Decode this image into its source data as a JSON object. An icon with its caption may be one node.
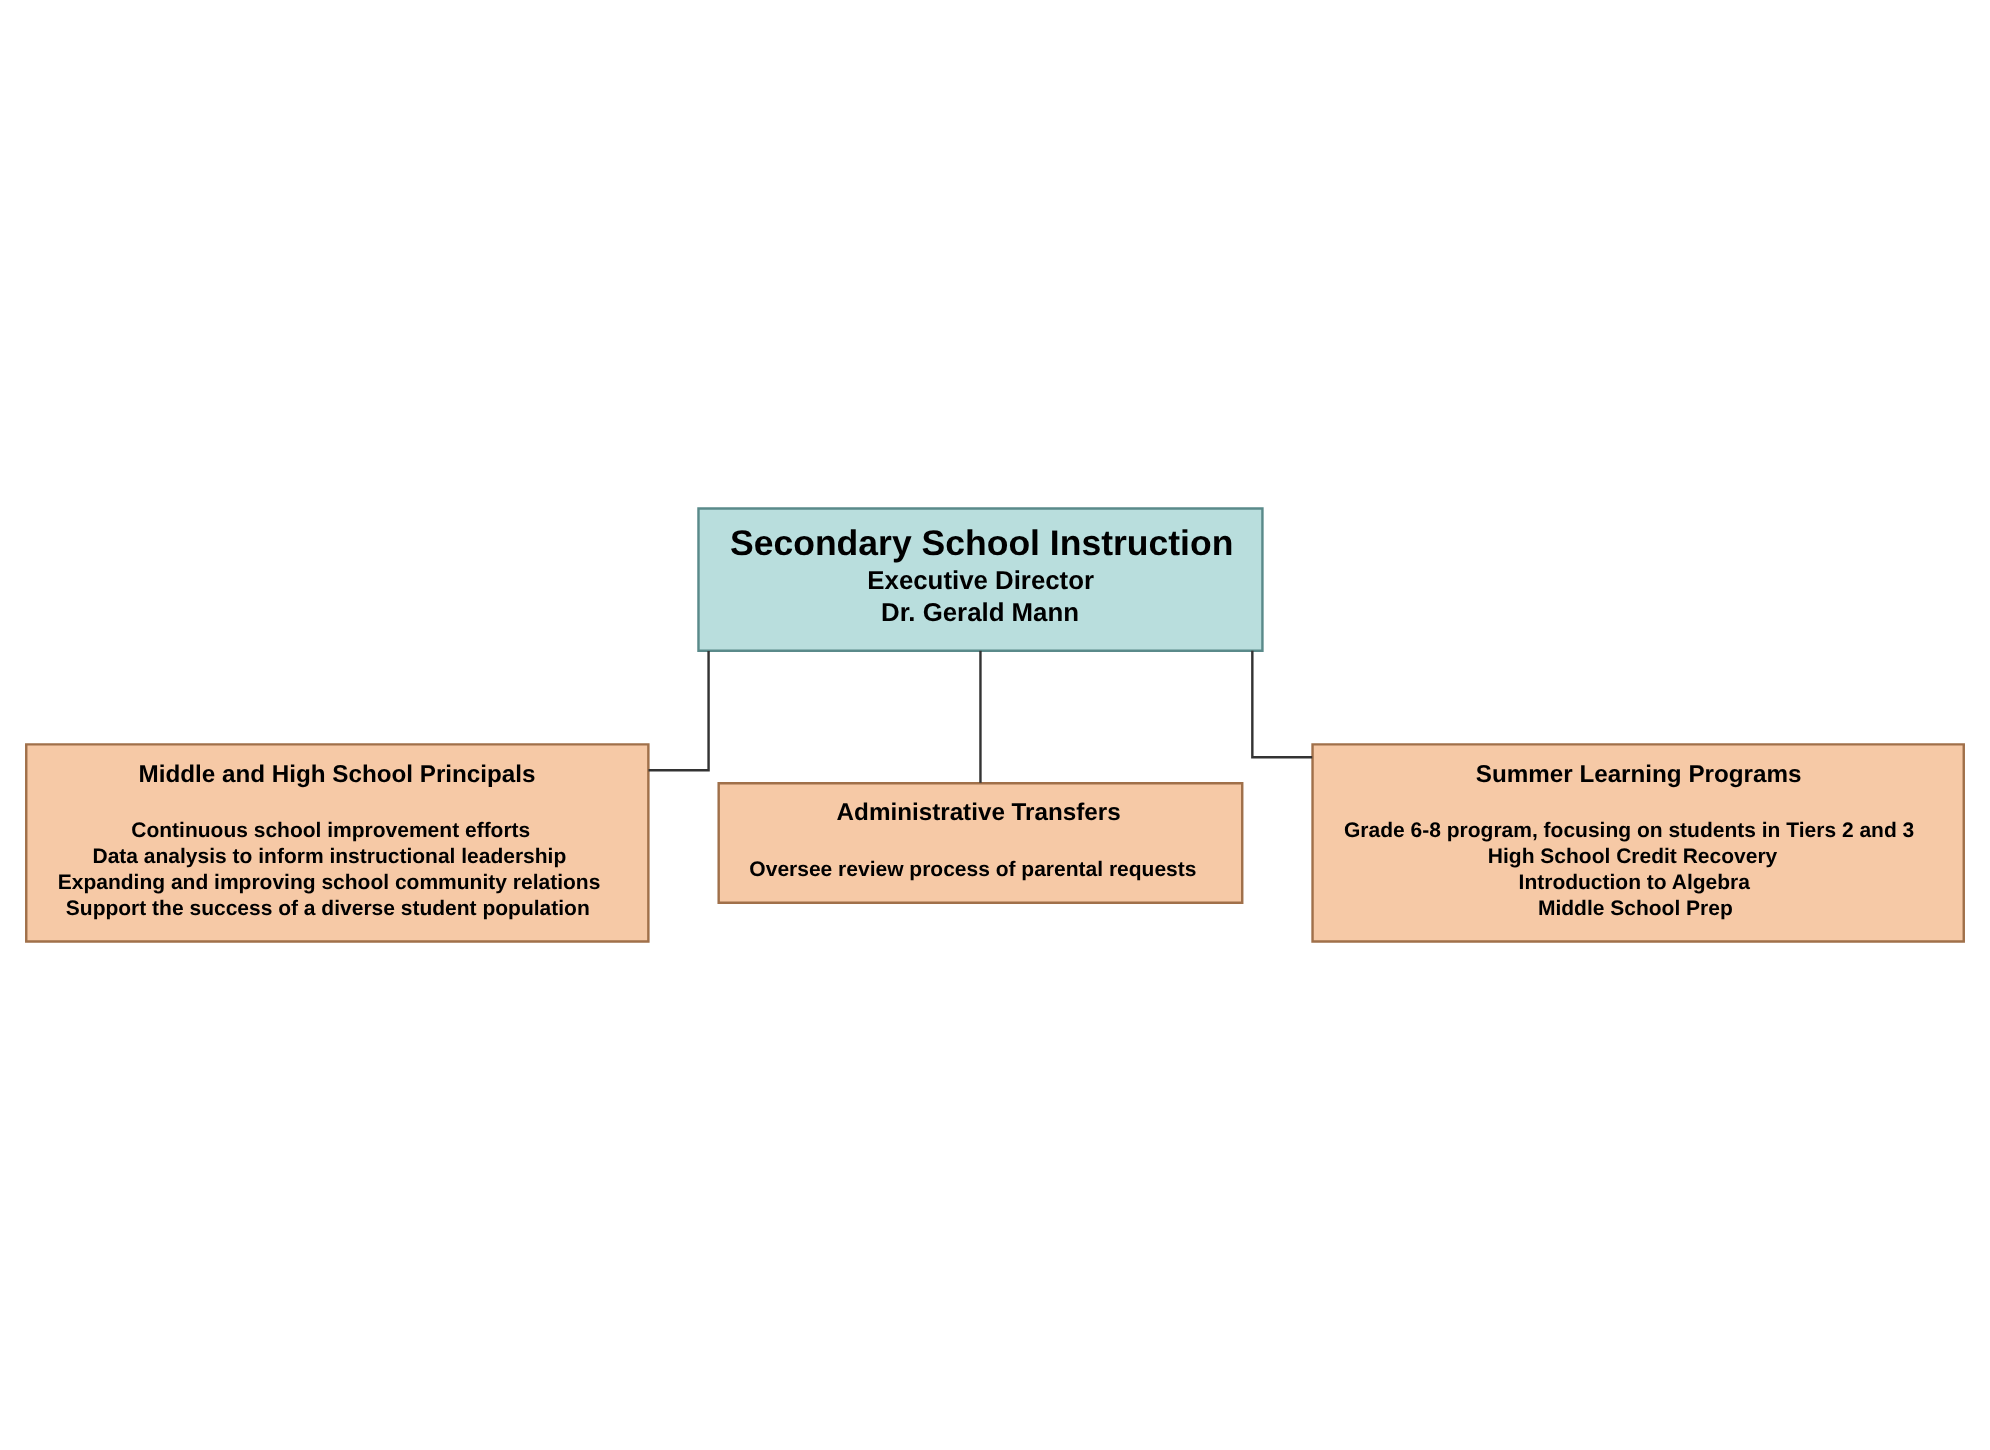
{
  "diagram": {
    "nodes": [
      {
        "text": [
          "Secondary School Instruction",
          "Executive Director",
          "Dr. Gerald Mann"
        ]
      },
      {
        "text": [
          "Middle and High School Principals",
          "Continuous school improvement efforts",
          "Data analysis to inform instructional leadership",
          "Expanding and improving school community relations",
          "Support the success of a diverse student population"
        ]
      },
      {
        "text": [
          "Administrative Transfers",
          "Oversee review process of parental requests"
        ]
      },
      {
        "text": [
          "Summer Learning Programs",
          "Grade 6-8 program, focusing on students in Tiers 2 and 3",
          "High School Credit Recovery",
          "Introduction to Algebra",
          "Middle School Prep"
        ]
      }
    ],
    "edges": [
      {
        "from": 0,
        "to": 1,
        "arrow": "none"
      },
      {
        "from": 0,
        "to": 2,
        "arrow": "none"
      },
      {
        "from": 0,
        "to": 3,
        "arrow": "none"
      }
    ]
  }
}
